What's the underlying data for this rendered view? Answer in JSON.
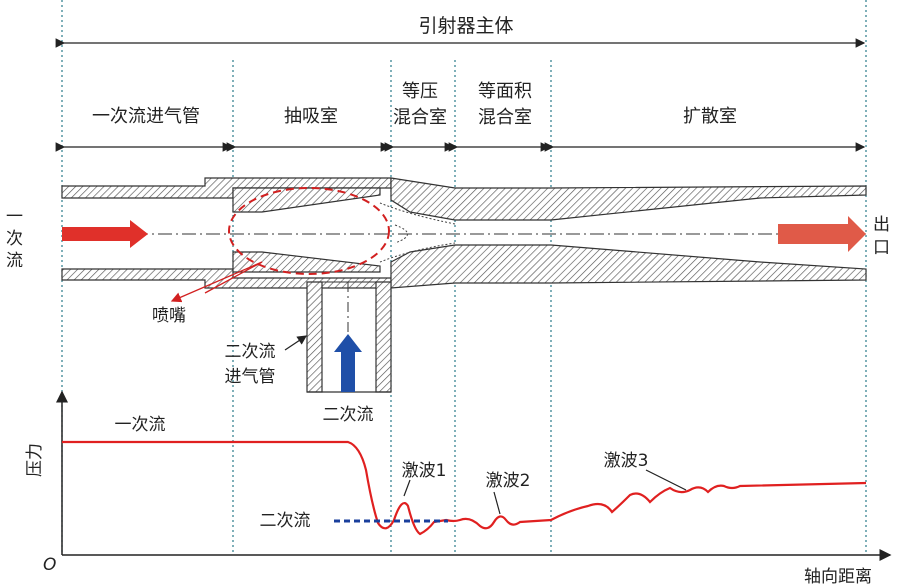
{
  "labels": {
    "body_title": "引射器主体",
    "sections": [
      "一次流进气管",
      "抽吸室",
      "等压",
      "混合室",
      "等面积",
      "混合室",
      "扩散室"
    ],
    "primary_flow_chars": [
      "一",
      "次",
      "流"
    ],
    "outlet_chars": [
      "出",
      "口"
    ],
    "nozzle": "喷嘴",
    "secondary_inlet_line1": "二次流",
    "secondary_inlet_line2": "进气管",
    "secondary_flow_bottom": "二次流",
    "pressure_axis": "压力",
    "origin": "O",
    "axial_distance": "轴向距离",
    "curve_primary": "一次流",
    "curve_secondary": "二次流",
    "shock1": "激波1",
    "shock2": "激波2",
    "shock3": "激波3"
  },
  "colors": {
    "primary_arrow": "#e0302a",
    "secondary_arrow": "#1f4fa8",
    "pressure_curve": "#e02020",
    "secondary_dash": "#1a3f9c",
    "divider": "#2a7a8a",
    "nozzle_ellipse": "#d22020",
    "hatch": "#444444"
  }
}
